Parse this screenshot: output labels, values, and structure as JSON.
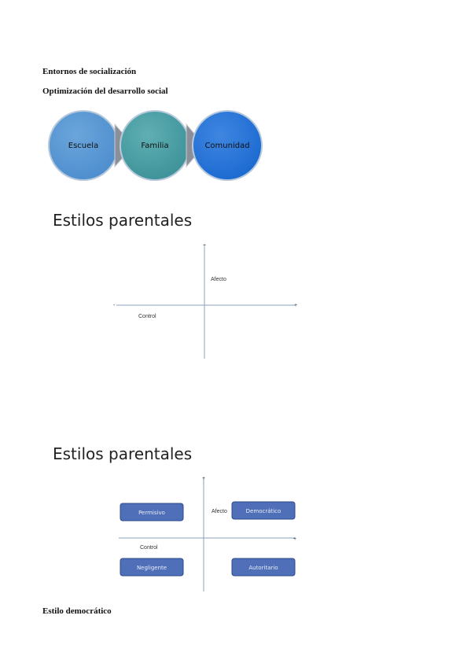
{
  "doc": {
    "heading1": "Entornos de socialización",
    "heading2": "Optimización del desarrollo social",
    "process": [
      "Escuela",
      "Familia",
      "Comunidad"
    ],
    "section1_title": "Estilos parentales",
    "axis1": {
      "plus_top": "+",
      "minus_left": "-",
      "plus_right": "+",
      "afecto": "Afecto",
      "control": "Control"
    },
    "section2_title": "Estilos parentales",
    "axis2": {
      "plus_top": "+",
      "plus_right": "+",
      "afecto": "Afecto",
      "control": "Control"
    },
    "quadrants": {
      "permisivo": "Permisivo",
      "democratico": "Democrático",
      "negligente": "Negligente",
      "autoritario": "Autoritario"
    },
    "heading3": "Estilo democrático"
  }
}
